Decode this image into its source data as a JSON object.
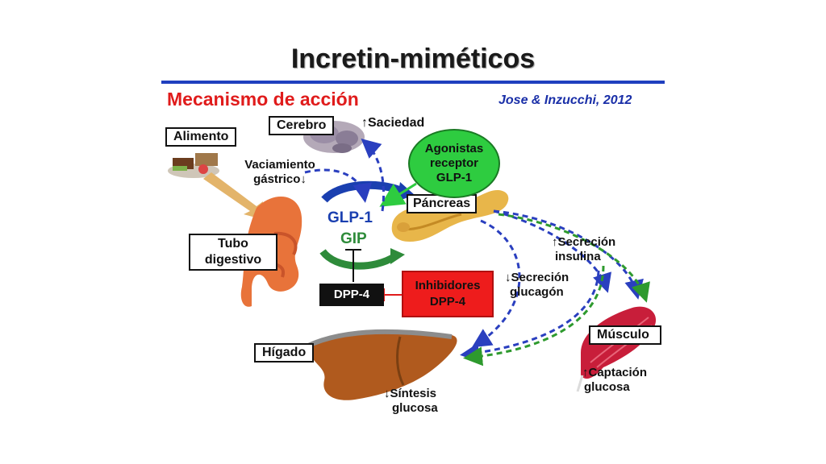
{
  "header": {
    "title": "Incretin-miméticos",
    "subtitle": "Mecanismo de acción",
    "citation": "Jose & Inzucchi, 2012"
  },
  "organs": {
    "food": "Alimento",
    "brain": "Cerebro",
    "gut": "Tubo digestivo",
    "pancreas": "Páncreas",
    "liver": "Hígado",
    "muscle": "Músculo"
  },
  "effects": {
    "satiety": "↑Saciedad",
    "gastric_emptying_1": "Vaciamiento",
    "gastric_emptying_2": "gástrico↓",
    "insulin_1": "↑Secreción",
    "insulin_2": "insulina",
    "glucagon_1": "↓Secreción",
    "glucagon_2": "glucagón",
    "glucose_synthesis_1": "↓Síntesis",
    "glucose_synthesis_2": "glucosa",
    "glucose_uptake_1": "↑Captación",
    "glucose_uptake_2": "glucosa"
  },
  "hormones": {
    "glp1": "GLP-1",
    "gip": "GIP",
    "dpp4": "DPP-4"
  },
  "drugs": {
    "agonists_1": "Agonistas",
    "agonists_2": "receptor",
    "agonists_3": "GLP-1",
    "inhibitors_1": "Inhibidores",
    "inhibitors_2": "DPP-4"
  },
  "colors": {
    "title_rule": "#1f3fbf",
    "subtitle": "#e01b1b",
    "citation": "#1a2fa8",
    "hormone_blue": "#1a3fb0",
    "gip_green": "#2e8b3a",
    "agonist_fill": "#2ecc40",
    "inhibitor_fill": "#ee1c1c",
    "dpp4_fill": "#111111",
    "blue_arrow": "#2a3fbf",
    "green_arrow": "#2e9a2e"
  }
}
